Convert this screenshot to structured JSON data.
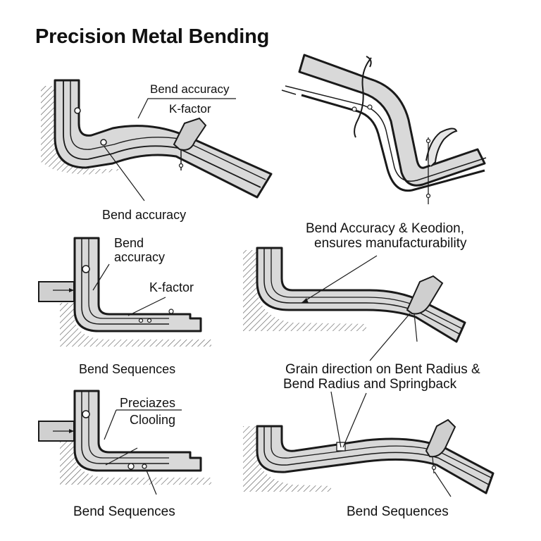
{
  "title": "Precision Metal Bending",
  "panels": {
    "top_left": {
      "labels": [
        "Bend accuracy",
        "K-factor",
        "Bend accuracy"
      ]
    },
    "mid_left": {
      "labels": [
        "Bend",
        "accuracy",
        "K-factor",
        "Bend Sequences"
      ]
    },
    "bottom_left": {
      "labels": [
        "Preciazes",
        "Clooling",
        "Bend Sequences"
      ]
    },
    "mid_right": {
      "labels": [
        "Bend Accuracy & Keodion,",
        "ensures manufacturability"
      ]
    },
    "bottom_right": {
      "labels": [
        "Grain direction on Bent Radius &",
        "Bend Radius and Springback",
        "Bend Sequences"
      ]
    }
  },
  "colors": {
    "metal_fill": "#d9d9d9",
    "metal_inner": "#bdbdbd",
    "outline": "#1a1a1a",
    "hatch": "#555555"
  }
}
